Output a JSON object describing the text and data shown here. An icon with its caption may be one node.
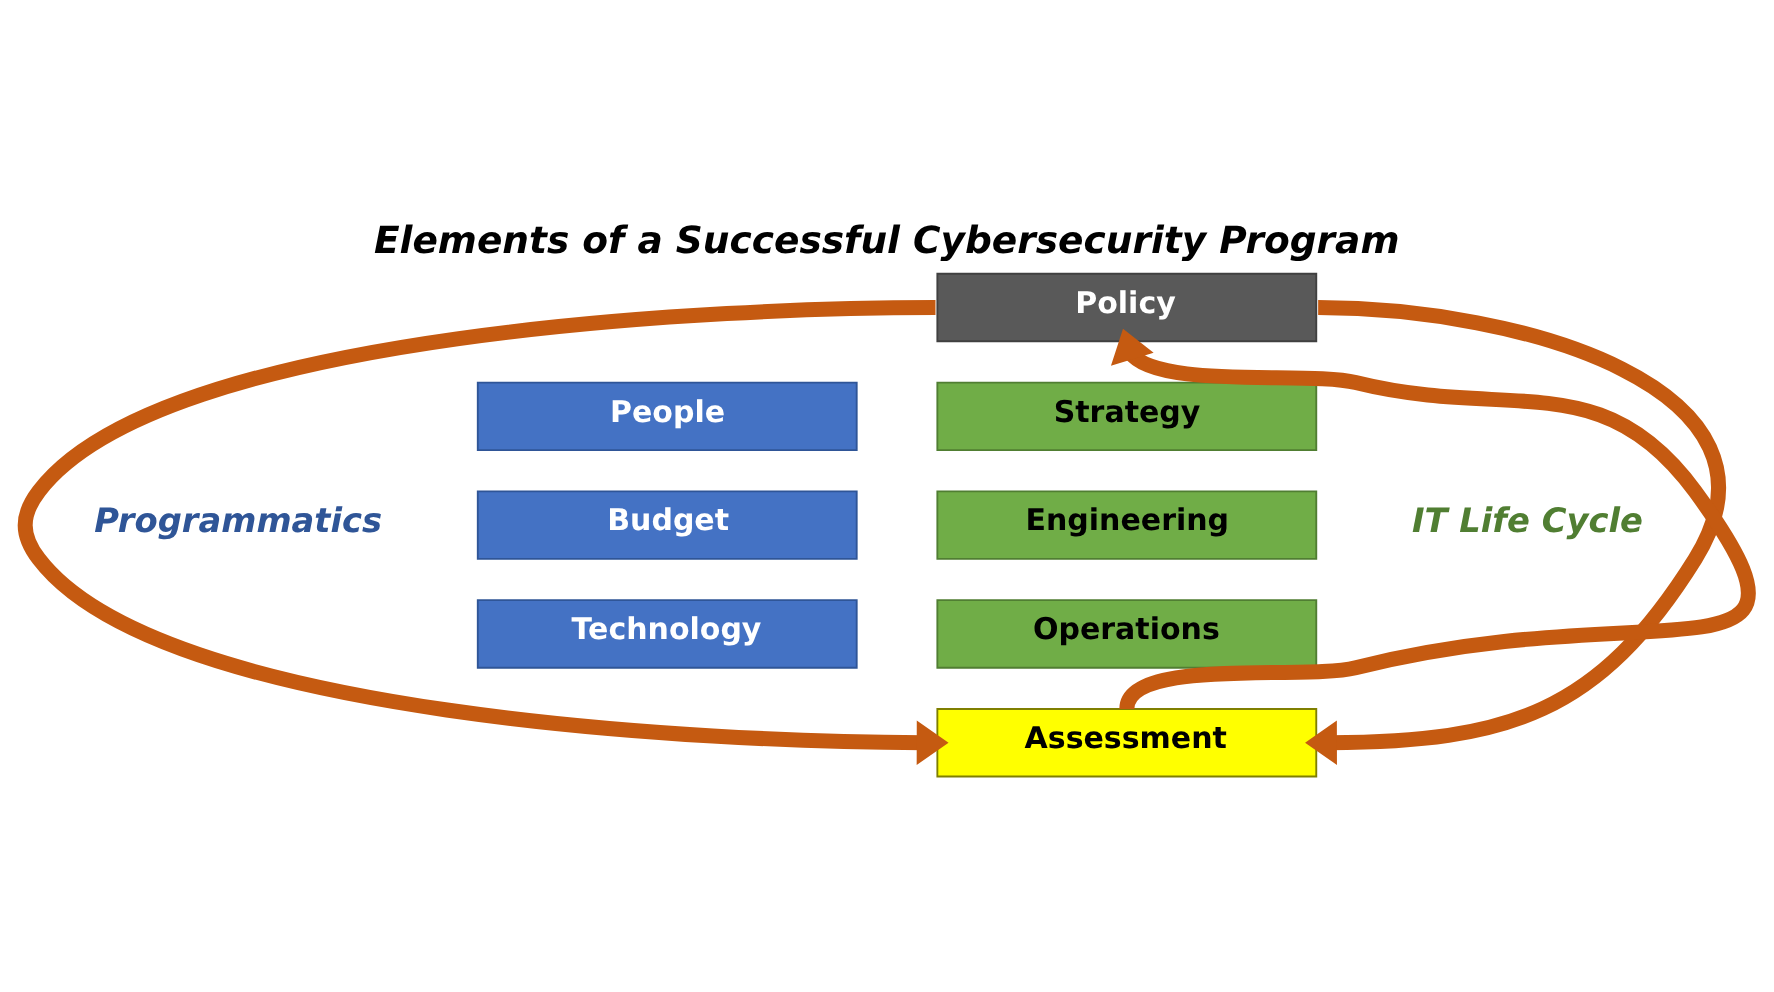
{
  "diagram": {
    "title": "Elements of a Successful Cybersecurity Program",
    "nodes": [
      {
        "text": [
          "Policy"
        ]
      },
      {
        "text": [
          "People"
        ]
      },
      {
        "text": [
          "Budget"
        ]
      },
      {
        "text": [
          "Technology"
        ]
      },
      {
        "text": [
          "Strategy"
        ]
      },
      {
        "text": [
          "Engineering"
        ]
      },
      {
        "text": [
          "Operations"
        ]
      },
      {
        "text": [
          "Assessment"
        ]
      }
    ],
    "edges": [
      {
        "from": 0,
        "to": 7,
        "arrow": "to"
      },
      {
        "from": 0,
        "to": 7,
        "arrow": "to"
      },
      {
        "from": 7,
        "to": 0,
        "arrow": "to"
      }
    ],
    "labels": [
      "Programmatics",
      "IT Life Cycle"
    ]
  }
}
